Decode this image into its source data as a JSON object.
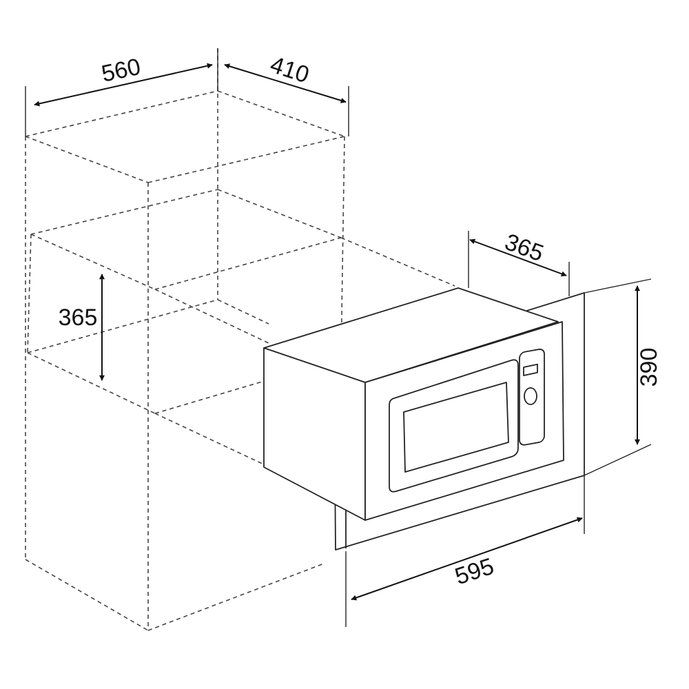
{
  "colors": {
    "line": "#222222",
    "dashed": "#444444",
    "background": "#ffffff"
  },
  "dimensions": {
    "niche_width": "560",
    "niche_depth": "410",
    "niche_height": "365",
    "appliance_depth": "365",
    "appliance_height": "390",
    "appliance_width": "595"
  }
}
